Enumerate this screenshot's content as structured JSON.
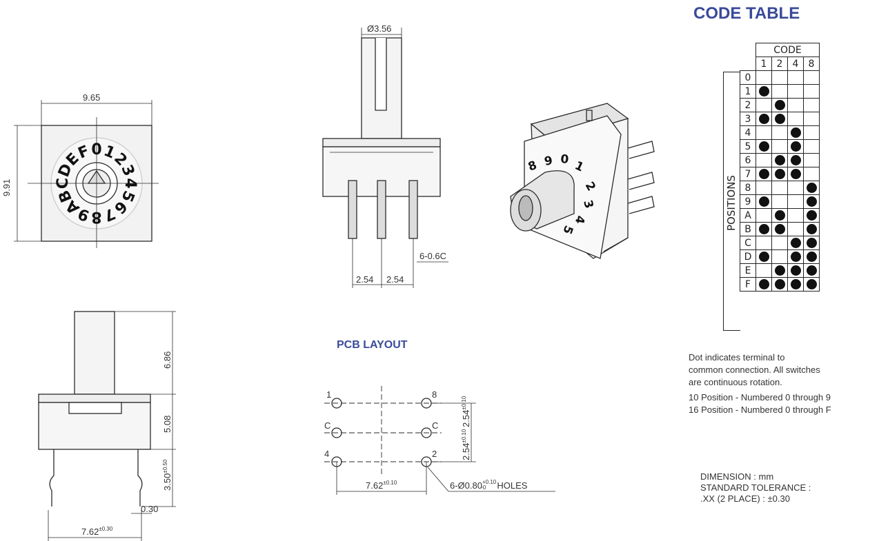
{
  "code_table": {
    "title": "CODE TABLE",
    "header": "CODE",
    "columns": [
      "1",
      "2",
      "4",
      "8"
    ],
    "row_axis_label": "POSITIONS",
    "rows": [
      {
        "label": "0",
        "dots": [
          0,
          0,
          0,
          0
        ]
      },
      {
        "label": "1",
        "dots": [
          1,
          0,
          0,
          0
        ]
      },
      {
        "label": "2",
        "dots": [
          0,
          1,
          0,
          0
        ]
      },
      {
        "label": "3",
        "dots": [
          1,
          1,
          0,
          0
        ]
      },
      {
        "label": "4",
        "dots": [
          0,
          0,
          1,
          0
        ]
      },
      {
        "label": "5",
        "dots": [
          1,
          0,
          1,
          0
        ]
      },
      {
        "label": "6",
        "dots": [
          0,
          1,
          1,
          0
        ]
      },
      {
        "label": "7",
        "dots": [
          1,
          1,
          1,
          0
        ]
      },
      {
        "label": "8",
        "dots": [
          0,
          0,
          0,
          1
        ]
      },
      {
        "label": "9",
        "dots": [
          1,
          0,
          0,
          1
        ]
      },
      {
        "label": "A",
        "dots": [
          0,
          1,
          0,
          1
        ]
      },
      {
        "label": "B",
        "dots": [
          1,
          1,
          0,
          1
        ]
      },
      {
        "label": "C",
        "dots": [
          0,
          0,
          1,
          1
        ]
      },
      {
        "label": "D",
        "dots": [
          1,
          0,
          1,
          1
        ]
      },
      {
        "label": "E",
        "dots": [
          0,
          1,
          1,
          1
        ]
      },
      {
        "label": "F",
        "dots": [
          1,
          1,
          1,
          1
        ]
      }
    ]
  },
  "notes": {
    "dot_note_1": "Dot indicates terminal to",
    "dot_note_2": "common connection. All switches",
    "dot_note_3": "are continuous rotation.",
    "position_10": "10 Position - Numbered 0 through 9",
    "position_16": "16 Position - Numbered 0 through F"
  },
  "dimension_note": {
    "line1": "DIMENSION : mm",
    "line2": "STANDARD TOLERANCE :",
    "line3": ".XX (2 PLACE) : ±0.30"
  },
  "pcb_layout": {
    "title": "PCB LAYOUT",
    "pin_1": "1",
    "pin_8": "8",
    "pin_c_left": "C",
    "pin_c_right": "C",
    "pin_4": "4",
    "pin_2": "2",
    "spacing_main": "7.62",
    "spacing_main_tol": "±0.10",
    "pitch_top": "2.54",
    "pitch_top_tol": "±0.10",
    "pitch_bottom": "2.54",
    "pitch_bottom_tol": "±0.10",
    "holes_prefix": "6-Ø0.80",
    "holes_tol_plus": "+0.10",
    "holes_tol_minus": "-0",
    "holes_suffix": "HOLES"
  },
  "top_view": {
    "width": "9.65",
    "height": "9.91",
    "dial_characters": [
      "0",
      "1",
      "2",
      "3",
      "4",
      "5",
      "6",
      "7",
      "8",
      "9",
      "A",
      "B",
      "C",
      "D",
      "E",
      "F"
    ]
  },
  "front_view": {
    "shaft_diameter": "Ø3.56",
    "pin_chamfer": "6-0.6C",
    "pitch_left": "2.54",
    "pitch_right": "2.54"
  },
  "side_view": {
    "shaft_height": "6.86",
    "body_height": "5.08",
    "pin_height": "3.50",
    "pin_height_tol": "±0.50",
    "pin_thickness": "0.30",
    "pin_spacing": "7.62",
    "pin_spacing_tol": "±0.30"
  },
  "iso_view": {
    "dial_digits": [
      "8",
      "9",
      "0",
      "1",
      "2",
      "3",
      "4",
      "5"
    ]
  }
}
